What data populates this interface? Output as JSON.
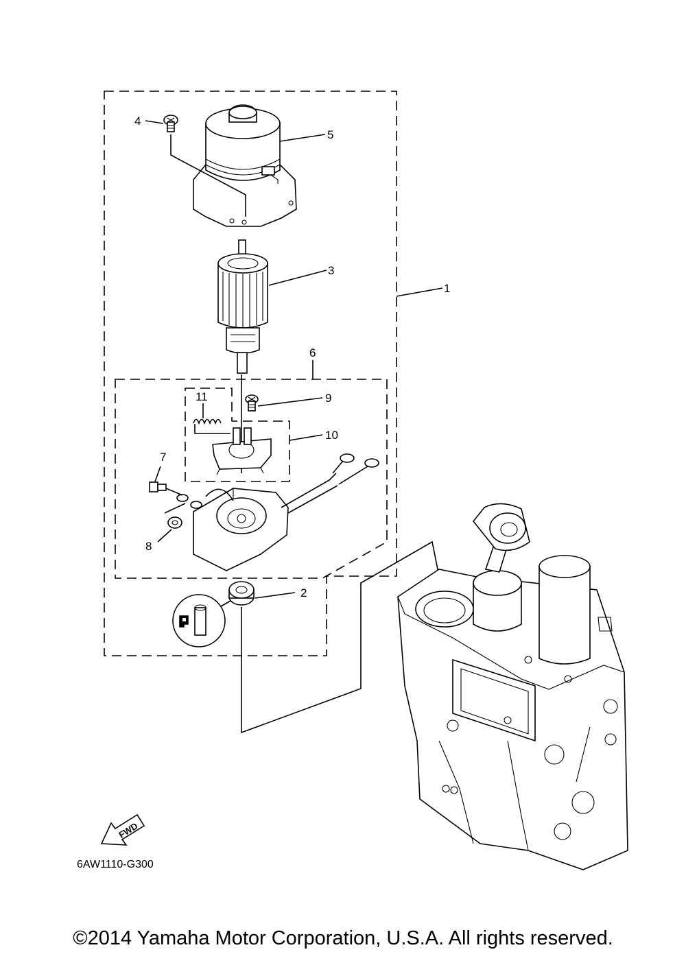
{
  "callouts": [
    "1",
    "2",
    "3",
    "4",
    "5",
    "6",
    "7",
    "8",
    "9",
    "10",
    "11"
  ],
  "fwd_label": "FWD",
  "diagram_code": "6AW1110-G300",
  "copyright": "©2014 Yamaha Motor Corporation, U.S.A. All rights reserved."
}
